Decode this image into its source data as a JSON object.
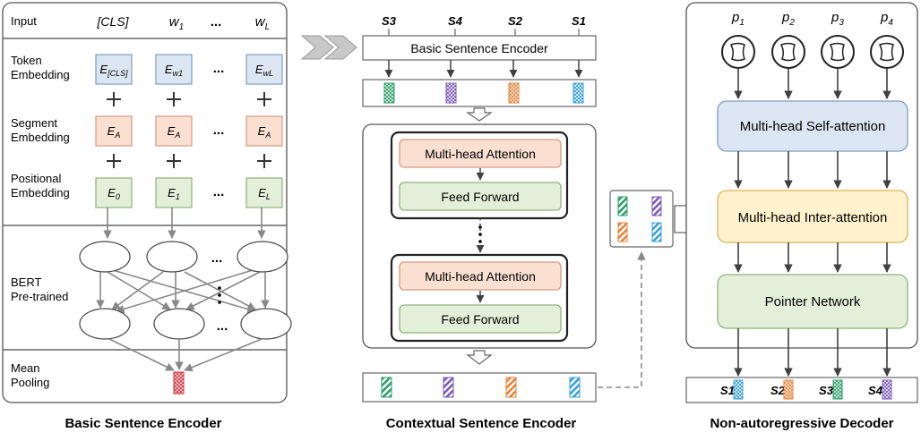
{
  "captions": {
    "left": "Basic Sentence Encoder",
    "middle": "Contextual Sentence Encoder",
    "right": "Non-autoregressive Decoder"
  },
  "left_panel": {
    "rows": {
      "input": "Input",
      "token": [
        "Token",
        "Embedding"
      ],
      "segment": [
        "Segment",
        "Embedding"
      ],
      "positional": [
        "Positional",
        "Embedding"
      ],
      "bert": [
        "BERT",
        "Pre-trained"
      ],
      "pooling": [
        "Mean",
        "Pooling"
      ]
    },
    "header_tokens": [
      "[CLS]",
      "w1",
      "...",
      "wL"
    ],
    "token_emb": [
      "E[CLS]",
      "Ew1",
      "EwL"
    ],
    "segment_emb": [
      "EA",
      "EA",
      "EA"
    ],
    "positional_emb": [
      "E0",
      "E1",
      "EL"
    ],
    "ellipsis": "..."
  },
  "middle_panel": {
    "input_order": [
      "S3",
      "S4",
      "S2",
      "S1"
    ],
    "encoder_label": "Basic Sentence Encoder",
    "attention_label": "Multi-head Attention",
    "ffn_label": "Feed Forward"
  },
  "right_panel": {
    "pointers": [
      "p1",
      "p2",
      "p3",
      "p4"
    ],
    "self_attention": "Multi-head Self-attention",
    "inter_attention": "Multi-head Inter-attention",
    "pointer_network": "Pointer Network",
    "output_order": [
      "S1",
      "S2",
      "S3",
      "S4"
    ]
  },
  "colors": {
    "blue_fill": "#dce6f2",
    "blue_stroke": "#7f9cc0",
    "orange_fill": "#fbe0d2",
    "orange_stroke": "#d49a80",
    "green_fill": "#e3efd9",
    "green_stroke": "#8fb27a",
    "yellow_fill": "#fff2cc",
    "yellow_stroke": "#d6b656",
    "s3": "#2e9e6a",
    "s4": "#7b5bb8",
    "s2": "#e8823a",
    "s1": "#3aa0d8"
  }
}
